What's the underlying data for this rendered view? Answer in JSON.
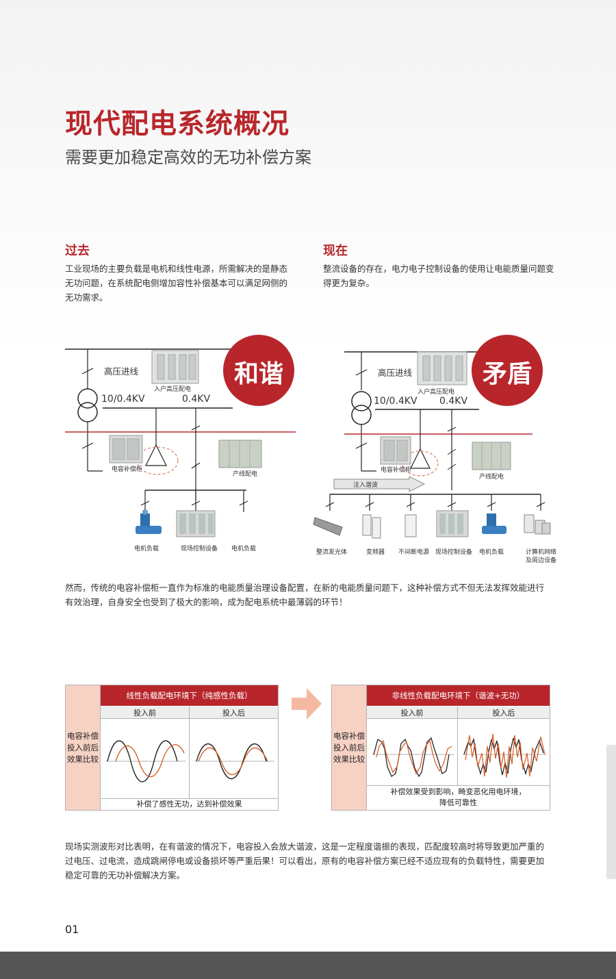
{
  "header": {
    "title": "现代配电系统概况",
    "subtitle": "需要更加稳定高效的无功补偿方案"
  },
  "past": {
    "heading": "过去",
    "text": "工业现场的主要负载是电机和线性电源，所需解决的是静态无功问题，在系统配电侧增加容性补偿基本可以满足网侧的无功需求。"
  },
  "present": {
    "heading": "现在",
    "text": "整流设备的存在，电力电子控制设备的使用让电能质量问题变得更为复杂。"
  },
  "diagram_left": {
    "badge": "和谐",
    "hv_line": "高压进线",
    "hv_cabinet": "入户高压配电",
    "voltage_hv": "10/0.4KV",
    "voltage_lv": "0.4KV",
    "capacitor_cabinet": "电容补偿柜",
    "distribution": "产线配电",
    "loads": [
      "电机负载",
      "现场控制设备",
      "电机负载"
    ]
  },
  "diagram_right": {
    "badge": "矛盾",
    "hv_line": "高压进线",
    "hv_cabinet": "入户高压配电",
    "voltage_hv": "10/0.4KV",
    "voltage_lv": "0.4KV",
    "capacitor_cabinet": "电容补偿柜",
    "distribution": "产线配电",
    "harmonic_arrow": "注入谐波",
    "loads": [
      "整流发光体",
      "变频器",
      "不间断电源",
      "现场控制设备",
      "电机负载",
      "计算机网络",
      "及周边设备"
    ]
  },
  "middle_text": "然而，传统的电容补偿柜一直作为标准的电能质量治理设备配置，在新的电能质量问题下，这种补偿方式不但无法发挥效能进行有效治理，自身安全也受到了极大的影响，成为配电系统中最薄弱的环节！",
  "compare_left": {
    "side_label_1": "电容补偿",
    "side_label_2": "投入前后",
    "side_label_3": "效果比较",
    "header": "线性负载配电环境下（纯感性负载）",
    "before": "投入前",
    "after": "投入后",
    "caption": "补偿了感性无功，达到补偿效果"
  },
  "compare_right": {
    "side_label_1": "电容补偿",
    "side_label_2": "投入前后",
    "side_label_3": "效果比较",
    "header": "非线性负载配电环境下（谐波+无功）",
    "before": "投入前",
    "after": "投入后",
    "caption_1": "补偿效果受到影响，畸变恶化用电环境，",
    "caption_2": "降低可靠性"
  },
  "bottom_text": "现场实测波形对比表明，在有谐波的情况下，电容投入会放大谐波，这是一定程度谐振的表现，匹配度较高时将导致更加严重的过电压、过电流，造成跳闸停电或设备损坏等严重后果！可以看出，原有的电容补偿方案已经不适应现有的负载特性，需要更加稳定可靠的无功补偿解决方案。",
  "page_number": "01",
  "colors": {
    "accent": "#b8262b",
    "panel_side": "#f7d2c4",
    "arrow": "#f5b9a2"
  }
}
